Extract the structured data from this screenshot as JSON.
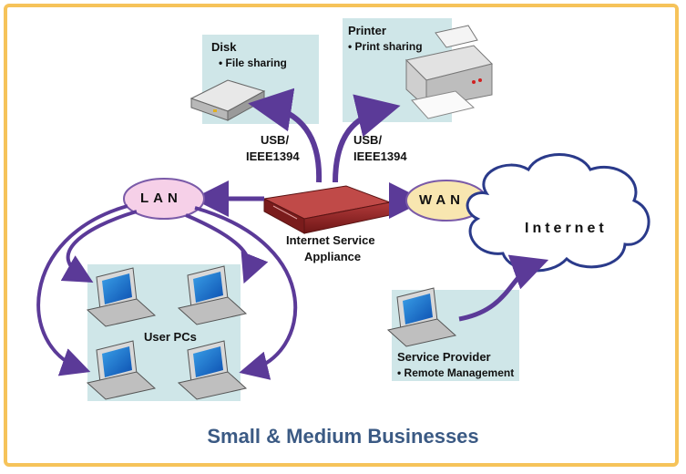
{
  "title": "Small & Medium Businesses",
  "disk": {
    "title": "Disk",
    "bullet": "• File sharing"
  },
  "printer": {
    "title": "Printer",
    "bullet": "• Print sharing"
  },
  "usb_left": {
    "line1": "USB/",
    "line2": "IEEE1394"
  },
  "usb_right": {
    "line1": "USB/",
    "line2": "IEEE1394"
  },
  "lan": "LAN",
  "wan": "WAN",
  "internet": "Internet",
  "appliance": {
    "line1": "Internet Service",
    "line2": "Appliance"
  },
  "user_pcs": "User PCs",
  "provider": {
    "title": "Service Provider",
    "bullet": "• Remote Management"
  },
  "colors": {
    "frame": "#f6c35a",
    "arrow": "#5b3a98",
    "panel": "#cfe6e8",
    "lan_oval": "#f6d0e8",
    "wan_oval": "#f8e6b0",
    "title": "#3b5a84"
  }
}
